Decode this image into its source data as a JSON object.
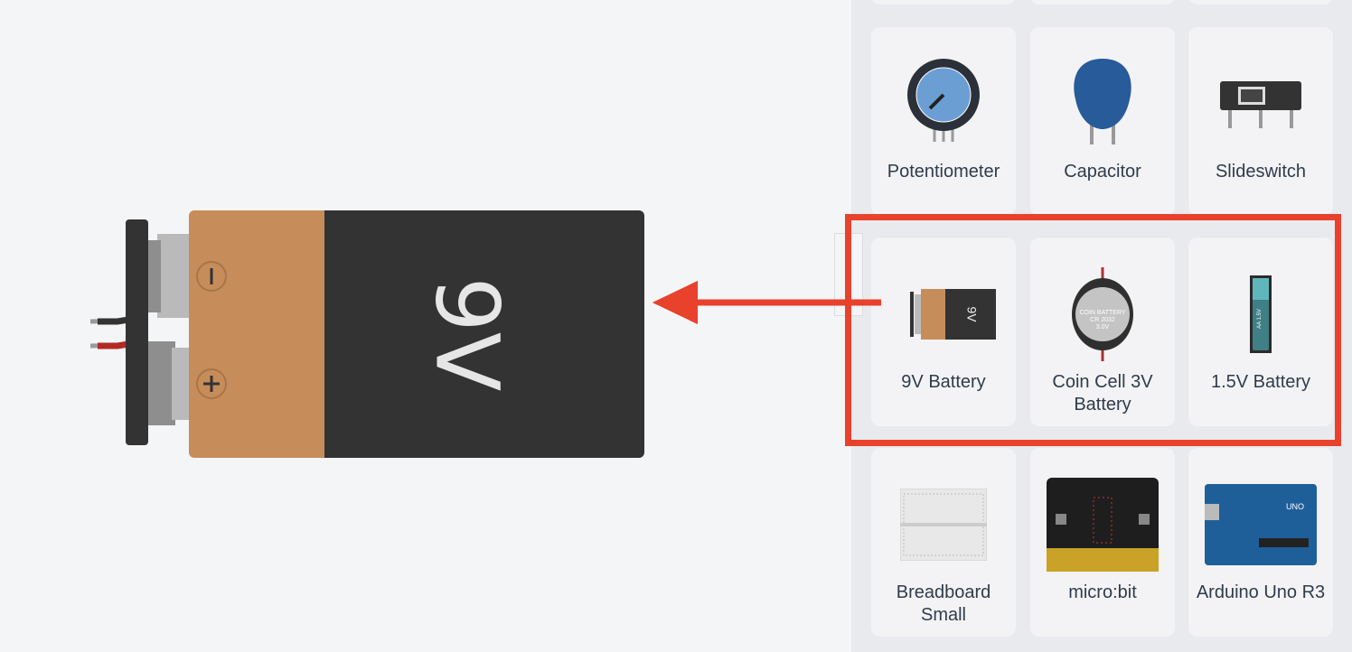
{
  "canvas": {
    "battery_label": "9V",
    "minus": "−",
    "plus": "+"
  },
  "components": [
    {
      "label": "Potentiometer",
      "icon": "potentiometer-icon"
    },
    {
      "label": "Capacitor",
      "icon": "capacitor-icon"
    },
    {
      "label": "Slideswitch",
      "icon": "slideswitch-icon"
    },
    {
      "label": "9V Battery",
      "icon": "battery-9v-icon",
      "icon_text": "9V"
    },
    {
      "label": "Coin Cell 3V Battery",
      "icon": "coin-cell-icon",
      "icon_text": [
        "COIN BATTERY",
        "CR 2032",
        "3.0V"
      ]
    },
    {
      "label": "1.5V Battery",
      "icon": "aa-battery-icon",
      "icon_text": "AA 1.5V"
    },
    {
      "label": "Breadboard Small",
      "icon": "breadboard-icon"
    },
    {
      "label": "micro:bit",
      "icon": "microbit-icon"
    },
    {
      "label": "Arduino Uno R3",
      "icon": "arduino-icon",
      "icon_text": "UNO"
    }
  ],
  "colors": {
    "highlight": "#e8412c",
    "battery_copper": "#c68d5a",
    "battery_body": "#333333"
  }
}
